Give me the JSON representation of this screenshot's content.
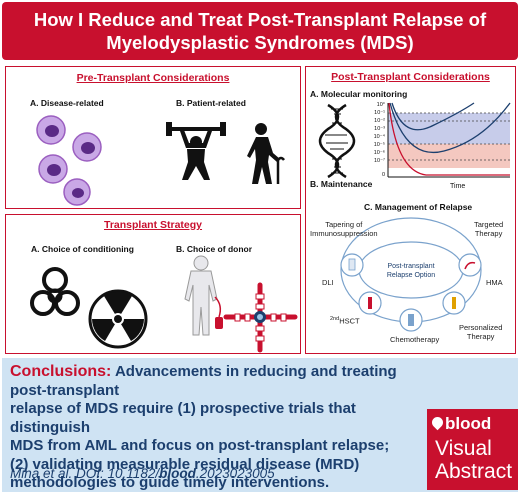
{
  "title": {
    "line1": "How I Reduce and Treat Post-Transplant Relapse of",
    "line2": "Myelodysplastic Syndromes (MDS)"
  },
  "pre_transplant": {
    "title": "Pre-Transplant Considerations",
    "a": "A. Disease-related",
    "b": "B. Patient-related"
  },
  "transplant_strategy": {
    "title": "Transplant Strategy",
    "a": "A. Choice of conditioning",
    "b": "B. Choice of donor"
  },
  "post_transplant": {
    "title": "Post-Transplant Considerations",
    "a": "A. Molecular monitoring",
    "b": "B. Maintenance",
    "c": "C. Management of Relapse",
    "y_ticks": [
      "10°",
      "10⁻¹",
      "10⁻²",
      "10⁻³",
      "10⁻⁴",
      "10⁻⁵",
      "10⁻⁶",
      "10⁻⁷",
      "0"
    ],
    "x_label": "Time",
    "hub_line1": "Post-transplant",
    "hub_line2": "Relapse Option",
    "options": {
      "taper1": "Tapering of",
      "taper2": "Immunosuppression",
      "targeted1": "Targeted",
      "targeted2": "Therapy",
      "dli": "DLI",
      "hma": "HMA",
      "hsct_sup": "2nd",
      "hsct": "HSCT",
      "chemo": "Chemotherapy",
      "personalized1": "Personalized",
      "personalized2": "Therapy"
    }
  },
  "conclusions": {
    "label": "Conclusions:",
    "line1": "Advancements in reducing and treating post-transplant",
    "line2": "relapse of MDS require (1) prospective trials that distinguish",
    "line3": "MDS from AML and focus on post-transplant relapse;",
    "line4": "(2) validating measurable residual disease (MRD)",
    "line5": "methodologies to guide timely interventions."
  },
  "citation": {
    "prefix": "Mina et al. DOI: 10.1182/",
    "journal": "blood",
    "suffix": ".2023023005"
  },
  "brand": {
    "logo": "blood",
    "line1": "Visual",
    "line2": "Abstract"
  },
  "colors": {
    "accent": "#c8102e",
    "navy": "#1c3f6e",
    "light_blue": "#cfe3f3",
    "purple": "#9b5fc0"
  }
}
